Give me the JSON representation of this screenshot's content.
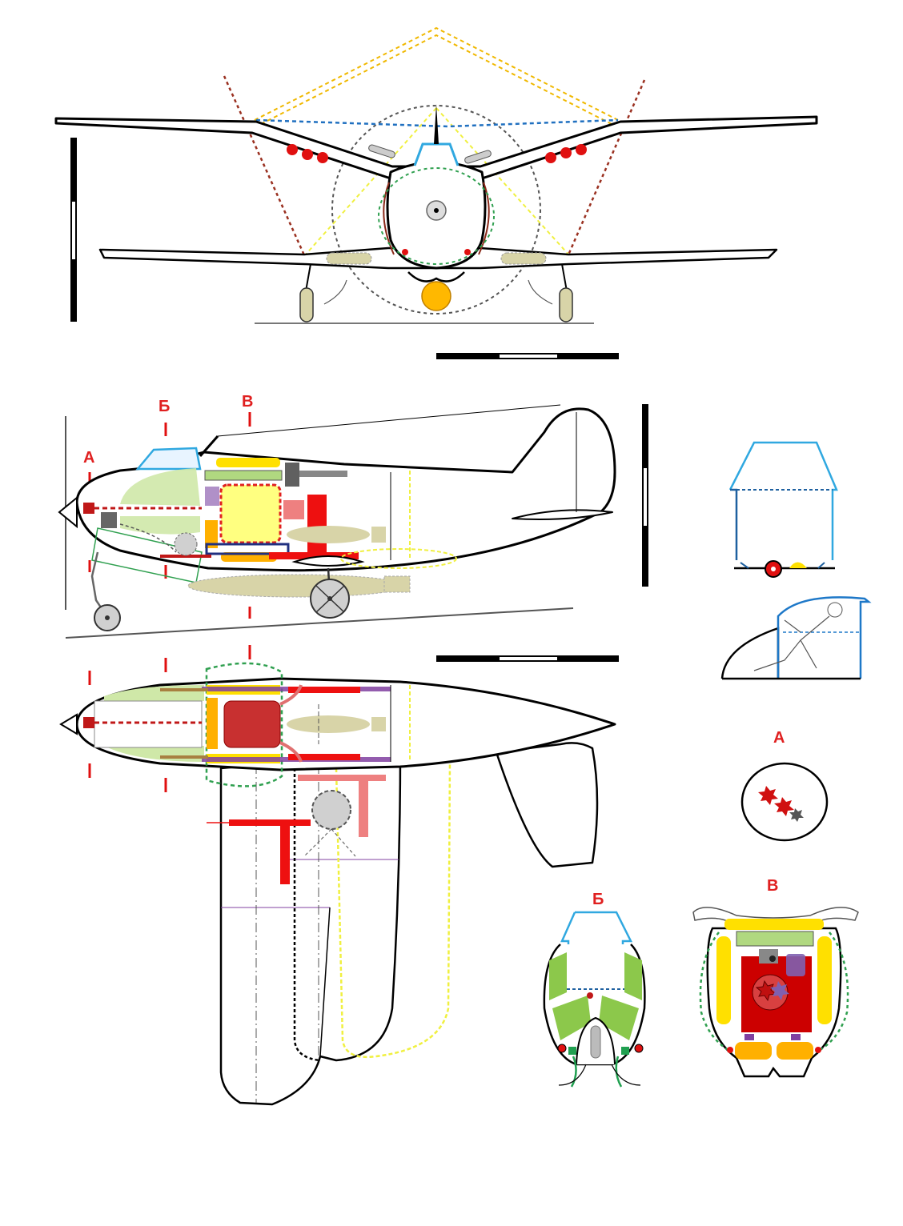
{
  "sections": {
    "a": "А",
    "b": "Б",
    "v": "В"
  },
  "colors": {
    "outline": "#000000",
    "red": "#e01010",
    "dark_red": "#c01818",
    "yellow": "#ffe000",
    "pale_yellow": "#ffff80",
    "orange": "#ffb000",
    "green": "#8cc84b",
    "pale_green": "#cfe8a8",
    "khaki": "#d8d4a8",
    "blue": "#1e78c8",
    "cyan": "#30a8e0",
    "purple": "#8040a0",
    "brown": "#8b2a1a",
    "grey": "#909090"
  },
  "views": {
    "front": "front-view",
    "side": "side-view",
    "top": "top-view",
    "canopy_front": "canopy-front-detail",
    "canopy_side": "canopy-side-detail",
    "section_a": "section-a-detail",
    "section_b": "section-b-detail",
    "section_v": "section-v-detail"
  }
}
